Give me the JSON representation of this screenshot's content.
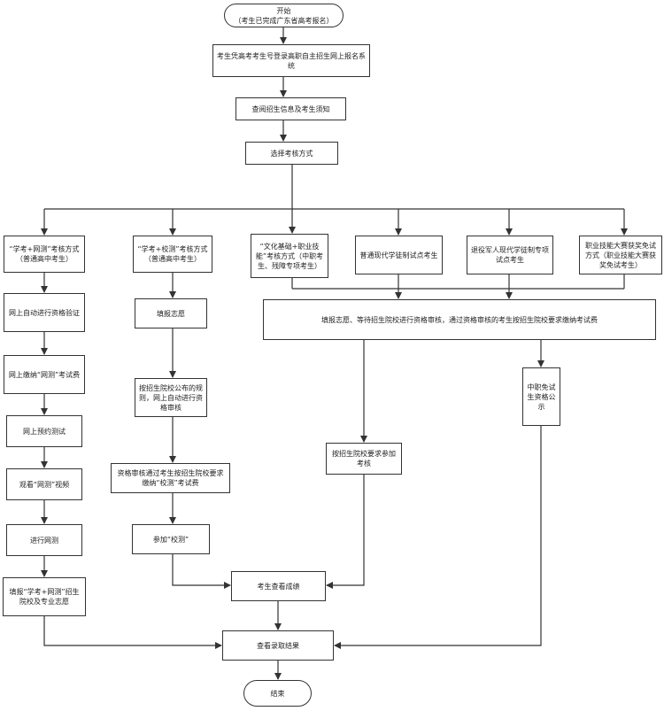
{
  "nodes": {
    "start": "开始\n（考生已完成广东省高考报名）",
    "login": "考生凭高考考生号登录高职自主招生网上报名系统",
    "review": "查阅招生信息及考生须知",
    "choose": "选择考核方式",
    "a1": "“学考+网测”考核方式（普通高中考生）",
    "b1": "“学考+校测”考核方式（普通高中考生）",
    "c1": "“文化基础+职业技能”考核方式（中职考生、残障专项考生）",
    "d1": "普通现代学徒制试点考生",
    "e1": "退役军人现代学徒制专项试点考生",
    "f1": "职业技能大赛获奖免试方式（职业技能大赛获奖免试考生）",
    "a2": "网上自动进行资格验证",
    "a3": "网上缴纳“网测”考试费",
    "a4": "网上预约测试",
    "a5": "观看“网测”视频",
    "a6": "进行网测",
    "a7": "填报“学考+网测”招生院校及专业志愿",
    "b2": "填报志愿",
    "b3": "按招生院校公布的规则，网上自动进行资格审核",
    "b4": "资格审核通过考生按招生院校要求缴纳“校测”考试费",
    "b5": "参加“校测”",
    "merge": "填报志愿、等待招生院校进行资格审核，通过资格审核的考生按招生院校要求缴纳考试费",
    "exam": "按招生院校要求参加考核",
    "publicize": "中职免试生资格公示",
    "scores": "考生查看成绩",
    "results": "查看录取结果",
    "end": "结束"
  },
  "colors": {
    "line": "#333333",
    "box_border": "#333333"
  }
}
